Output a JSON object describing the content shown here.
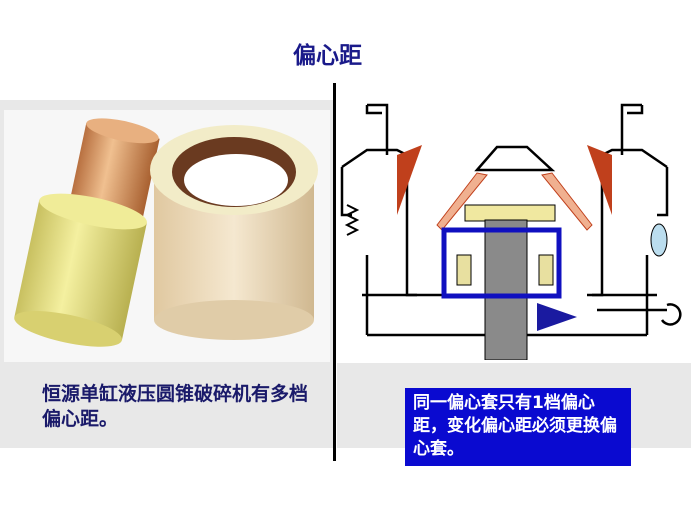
{
  "title": "偏心距",
  "left_caption": "恒源单缸液压圆锥破碎机有多档偏心距。",
  "right_caption": "同一偏心套只有1档偏心距，变化偏心距必须更换偏心套。",
  "colors": {
    "title": "#1a1a8a",
    "caption_box": "#0a0ad0",
    "highlight_box": "#1010c0",
    "liner": "#c0401c"
  }
}
